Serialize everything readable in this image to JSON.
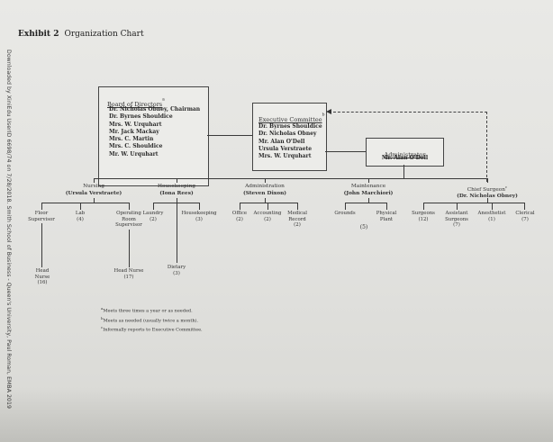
{
  "exhibit": {
    "number": "Exhibit 2",
    "title": "Organization Chart"
  },
  "watermark": "Downloaded by XiniEdu UserID 6698/74 on 7/28/2018. Smith School of Business - Queen's University, Paul Roman, EMBA 2019",
  "board": {
    "title": "Board of Directors",
    "marker": "a",
    "members": [
      "Dr. Nicholas Obney, Chairman",
      "Dr. Byrnes Shouldice",
      "Mrs. W. Urquhart",
      "Mr. Jack Mackay",
      "Mrs. C. Martin",
      "Mrs. C. Shouldice",
      "Mr. W. Urquhart"
    ]
  },
  "executive": {
    "title": "Executive Committee",
    "marker": "b",
    "members": [
      "Dr. Byrnes Shouldice",
      "Dr. Nicholas Obney",
      "Mr. Alan O'Dell",
      "Ursula Verstraete",
      "Mrs. W. Urquhart"
    ]
  },
  "administrator": {
    "title": "Administrator",
    "name": "Mr. Alan O'Dell"
  },
  "departments": {
    "nursing": {
      "title": "Nursing",
      "head": "(Ursula Verstraete)"
    },
    "housekeeping": {
      "title": "Housekeeping",
      "head": "(Iona Rees)"
    },
    "administration": {
      "title": "Administration",
      "head": "(Steven Dixon)"
    },
    "maintenance": {
      "title": "Maintenance",
      "head": "(John Marchiori)"
    },
    "surgeon": {
      "title": "Chief Surgeon",
      "marker": "c",
      "head": "(Dr. Nicholas Obney)"
    }
  },
  "units": {
    "floor": {
      "line1": "Floor",
      "line2": "Supervisor"
    },
    "lab": {
      "line1": "Lab",
      "line2": "(4)"
    },
    "operating": {
      "line1": "Operating",
      "line2": "Room",
      "line3": "Supervisor"
    },
    "laundry": {
      "line1": "Laundry",
      "line2": "(2)"
    },
    "housekeeping_unit": {
      "line1": "Housekeeping",
      "line2": "(3)"
    },
    "office": {
      "line1": "Office",
      "line2": "(2)"
    },
    "accounting": {
      "line1": "Accounting",
      "line2": "(2)"
    },
    "medical_record": {
      "line1": "Medical",
      "line2": "Record",
      "line3": "(2)"
    },
    "grounds": {
      "line1": "Grounds"
    },
    "physical_plant": {
      "line1": "Physical",
      "line2": "Plant"
    },
    "maintenance_count": "(5)",
    "surgeons": {
      "line1": "Surgeons",
      "line2": "(12)"
    },
    "assistant_surgeons": {
      "line1": "Assistant",
      "line2": "Surgeons",
      "line3": "(7)"
    },
    "anesthetist": {
      "line1": "Anesthetist",
      "line2": "(1)"
    },
    "clerical": {
      "line1": "Clerical",
      "line2": "(7)"
    },
    "head_nurse_floor": {
      "line1": "Head",
      "line2": "Nurse",
      "line3": "(16)"
    },
    "head_nurse_or": {
      "line1": "Head Nurse",
      "line2": "(17)"
    },
    "dietary": {
      "line1": "Dietary",
      "line2": "(3)"
    }
  },
  "notes": {
    "a": {
      "marker": "a",
      "text": "Meets three times a year or as needed."
    },
    "b": {
      "marker": "b",
      "text": "Meets as needed (usually twice a month)."
    },
    "c": {
      "marker": "c",
      "text": "Informally reports to Executive Committee."
    }
  }
}
